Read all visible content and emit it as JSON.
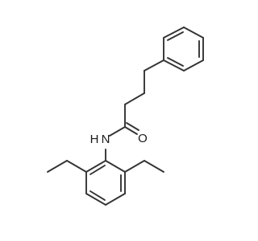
{
  "molecule": {
    "atom_labels": {
      "nitrogen": "N",
      "hydrogen": "H",
      "oxygen": "O"
    },
    "colors": {
      "bond": "#333333",
      "label": "#1a1a1a",
      "background": "#ffffff"
    }
  }
}
